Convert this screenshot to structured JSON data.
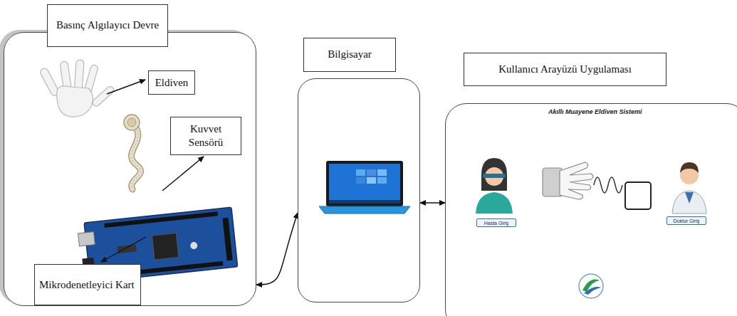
{
  "diagram": {
    "nodes": [
      {
        "text": [
          "Basınç Algılayıcı Devre"
        ]
      },
      {
        "text": [
          "Eldiven"
        ],
        "in": 0
      },
      {
        "text": [
          "Kuvvet Sensörü"
        ],
        "in": 0
      },
      {
        "text": [
          "Mikrodenetleyici Kart"
        ],
        "in": 0
      },
      {
        "text": [
          "Bilgisayar"
        ]
      },
      {
        "text": [
          "Kullanıcı Arayüzü Uygulaması"
        ]
      },
      {
        "text": [
          "Hasta Giriş"
        ],
        "in": 5
      },
      {
        "text": [
          "Doktor Giriş"
        ],
        "in": 5
      }
    ],
    "edges": [
      {
        "from": 4,
        "to": 0,
        "arrow": "both"
      },
      {
        "from": 4,
        "to": 5,
        "arrow": "both"
      }
    ],
    "labels": [
      "Akıllı Muayene Eldiven Sistemi"
    ]
  }
}
